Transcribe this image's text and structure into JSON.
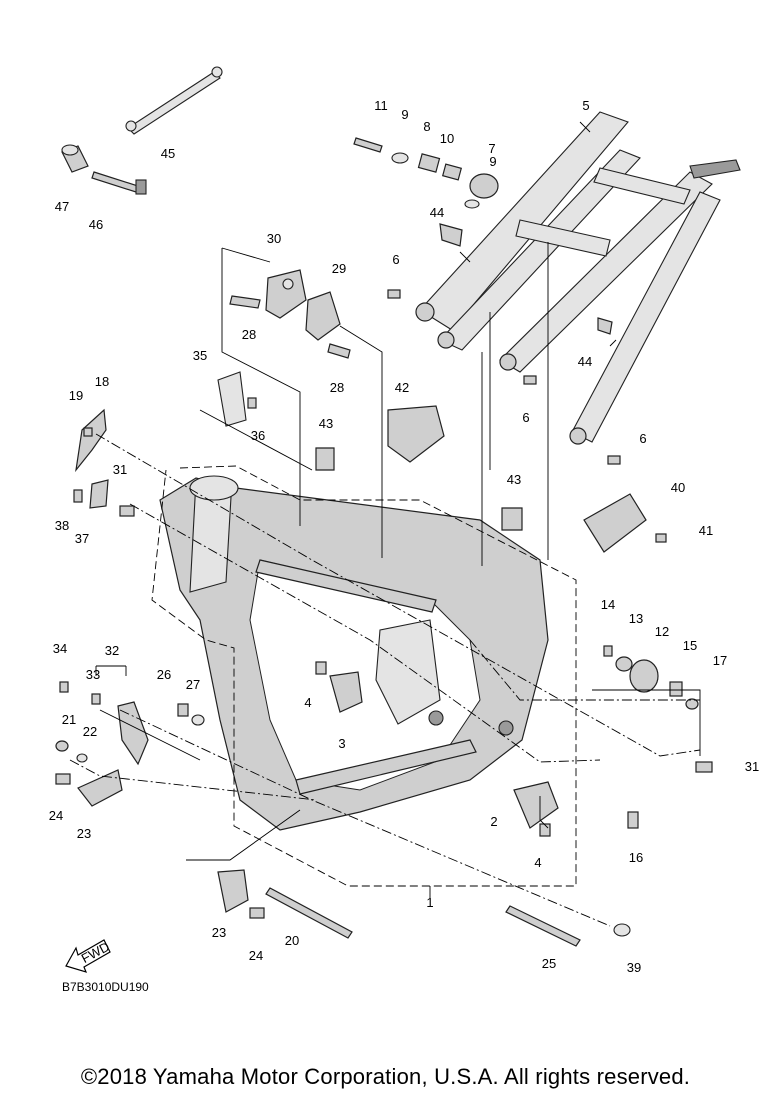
{
  "diagram": {
    "code": "B7B3010DU190",
    "fwd_label": "FWD",
    "copyright": "©2018 Yamaha Motor Corporation, U.S.A. All rights reserved.",
    "callouts": [
      "1",
      "2",
      "3",
      "4",
      "4",
      "5",
      "6",
      "6",
      "6",
      "7",
      "8",
      "9",
      "9",
      "10",
      "11",
      "12",
      "13",
      "14",
      "15",
      "16",
      "17",
      "18",
      "19",
      "20",
      "21",
      "22",
      "23",
      "23",
      "24",
      "24",
      "25",
      "26",
      "27",
      "28",
      "28",
      "29",
      "30",
      "31",
      "31",
      "32",
      "33",
      "34",
      "35",
      "36",
      "37",
      "38",
      "39",
      "40",
      "41",
      "42",
      "43",
      "43",
      "44",
      "44",
      "45",
      "46",
      "47"
    ]
  }
}
